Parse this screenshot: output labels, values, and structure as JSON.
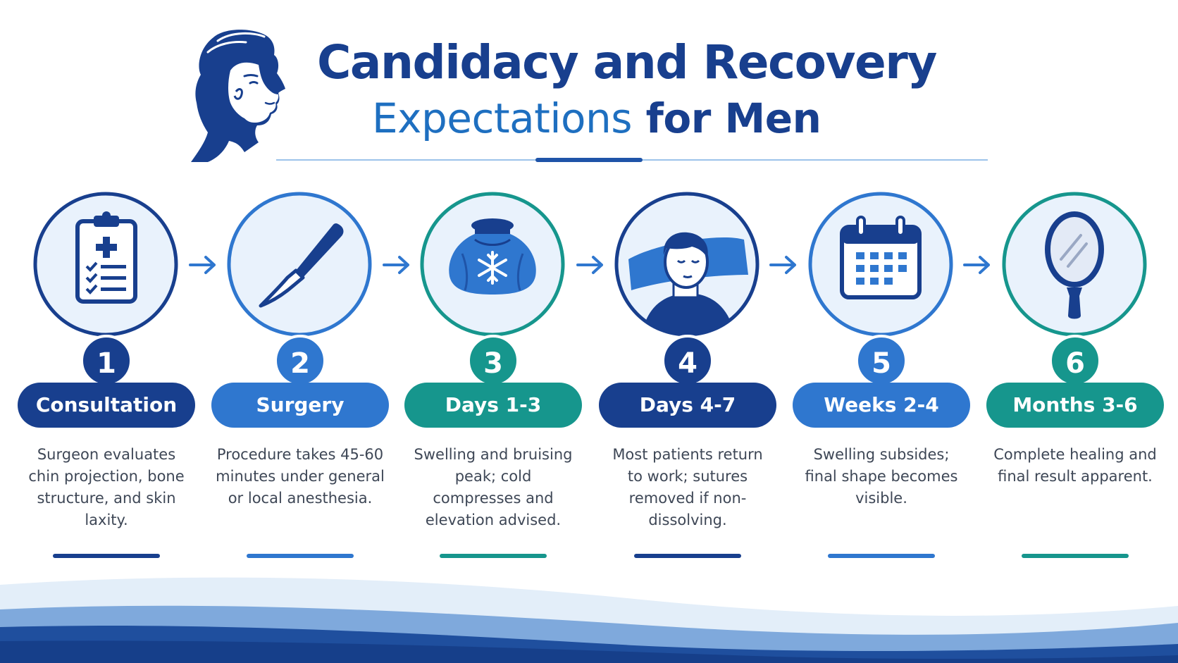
{
  "header": {
    "title_line1": "Candidacy and Recovery",
    "title_line2_accent": "Expectations",
    "title_line2_rest": " for Men",
    "icon": "male-profile-head-icon"
  },
  "colors": {
    "navy": "#183f8e",
    "blue": "#2f77cf",
    "teal": "#16968d",
    "light_fill": "#e9f2fc"
  },
  "steps": [
    {
      "number": "1",
      "label": "Consultation",
      "description": "Surgeon evaluates chin projection, bone structure, and skin laxity.",
      "icon": "clipboard-checklist-icon",
      "color": "#183f8e"
    },
    {
      "number": "2",
      "label": "Surgery",
      "description": "Procedure takes 45-60 minutes under general or local anesthesia.",
      "icon": "scalpel-icon",
      "color": "#2f77cf"
    },
    {
      "number": "3",
      "label": "Days 1-3",
      "description": "Swelling and bruising peak; cold compresses and elevation advised.",
      "icon": "ice-pack-icon",
      "color": "#16968d"
    },
    {
      "number": "4",
      "label": "Days 4-7",
      "description": "Most patients return to work; sutures removed if non-dissolving.",
      "icon": "resting-patient-icon",
      "color": "#183f8e"
    },
    {
      "number": "5",
      "label": "Weeks 2-4",
      "description": "Swelling subsides; final shape becomes visible.",
      "icon": "calendar-icon",
      "color": "#2f77cf"
    },
    {
      "number": "6",
      "label": "Months 3-6",
      "description": "Complete healing and final result apparent.",
      "icon": "hand-mirror-icon",
      "color": "#16968d"
    }
  ]
}
